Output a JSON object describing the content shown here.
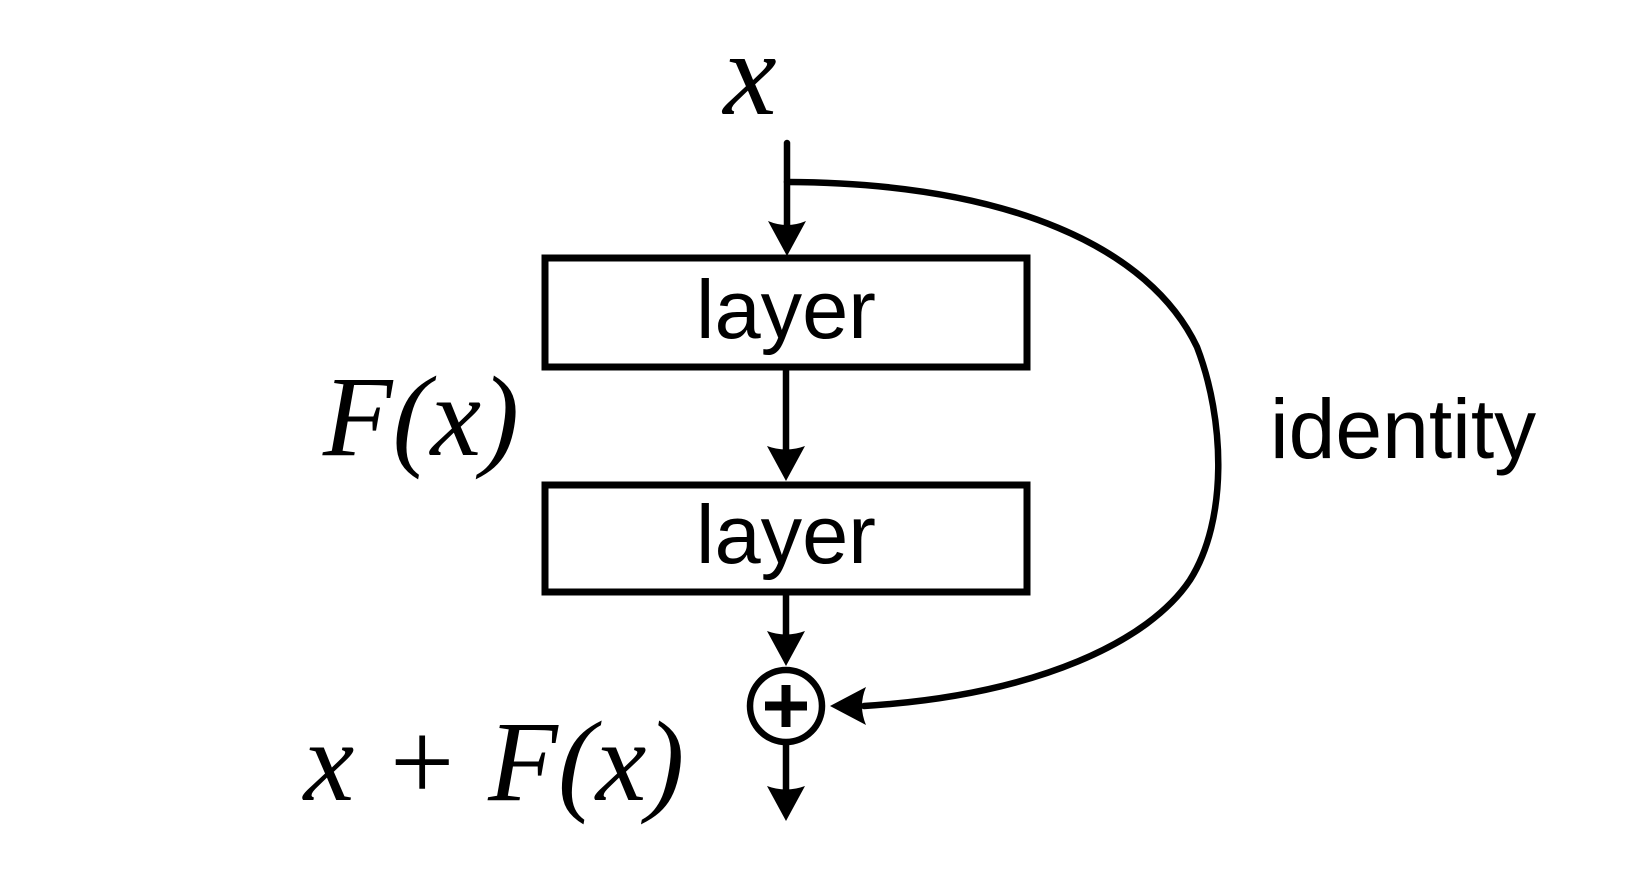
{
  "diagram": {
    "input_label": "x",
    "function_label": "F(x)",
    "layer_boxes": [
      {
        "label": "layer"
      },
      {
        "label": "layer"
      }
    ],
    "identity_label": "identity",
    "output_label": "x + F(x)",
    "icons": {
      "add": "plus-in-circle"
    },
    "colors": {
      "stroke": "#000000",
      "background": "#ffffff"
    }
  }
}
